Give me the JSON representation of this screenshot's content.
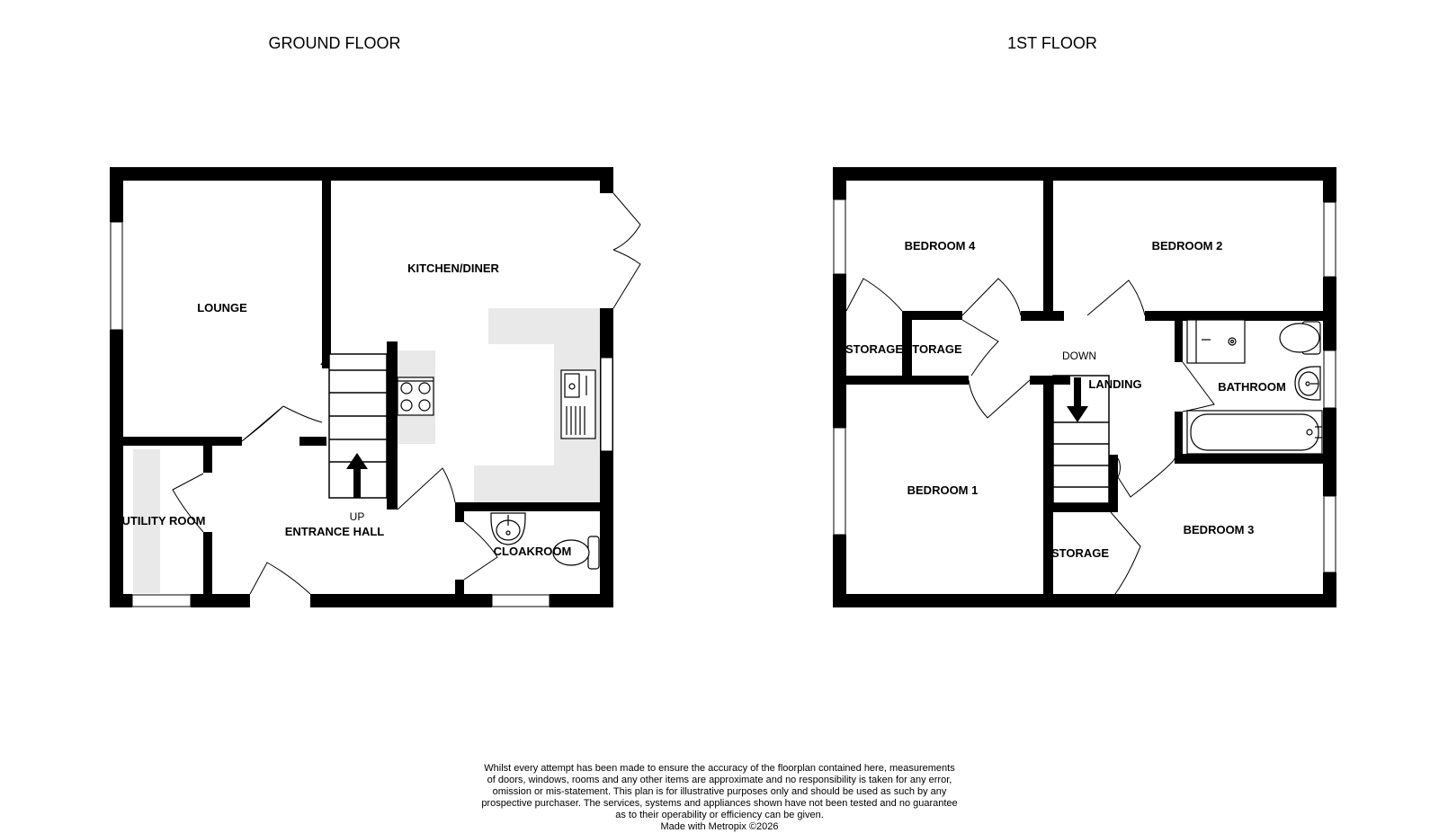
{
  "floors": {
    "ground": {
      "title": "GROUND FLOOR",
      "rooms": {
        "lounge": "LOUNGE",
        "kitchen": "KITCHEN/DINER",
        "utility": "UTILITY ROOM",
        "hall": "ENTRANCE HALL",
        "cloakroom": "CLOAKROOM"
      },
      "stairs_label": "UP"
    },
    "first": {
      "title": "1ST FLOOR",
      "rooms": {
        "bedroom4": "BEDROOM 4",
        "bedroom2": "BEDROOM 2",
        "storage_a": "STORAGE",
        "storage_b": "TORAGE",
        "landing": "LANDING",
        "bathroom": "BATHROOM",
        "bedroom1": "BEDROOM 1",
        "storage_c": "STORAGE",
        "bedroom3": "BEDROOM 3"
      },
      "stairs_label": "DOWN"
    }
  },
  "disclaimer": {
    "lines": [
      "Whilst every attempt has been made to ensure the accuracy of the floorplan contained here, measurements",
      "of doors, windows, rooms and any other items are approximate and no responsibility is taken for any error,",
      "omission or mis-statement. This plan is for illustrative purposes only and should be used as such by any",
      "prospective purchaser. The services, systems and appliances shown have not been tested and no guarantee",
      "as to their operability or efficiency can be given."
    ],
    "credit": "Made with Metropix ©2026"
  }
}
